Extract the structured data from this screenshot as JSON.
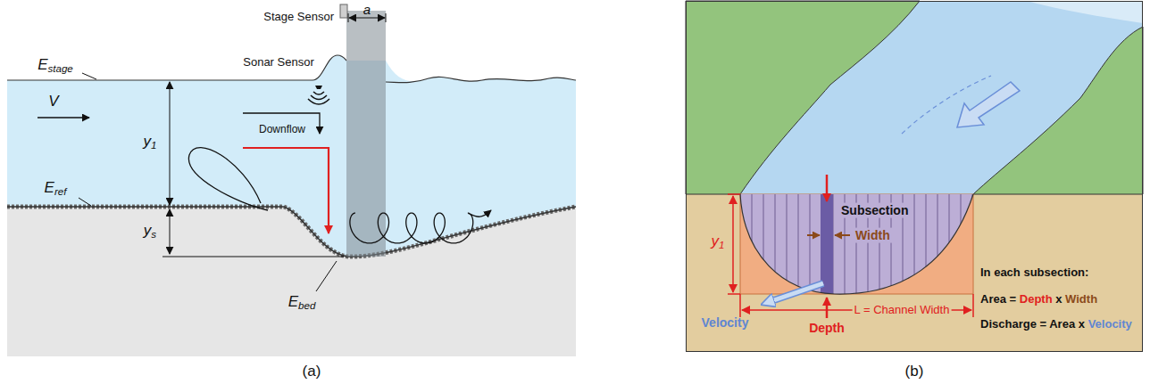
{
  "diagram": {
    "labels": [
      "a",
      "Stage Sensor",
      "Sonar Sensor",
      "Estage",
      "y1",
      "V",
      "Downflow",
      "Eref",
      "ys",
      "Ebed",
      "(a)",
      "Subsection",
      "Width",
      "y1",
      "Depth",
      "Velocity",
      "L = Channel Width",
      "In each subsection:",
      "Area = Depth x Width",
      "Discharge = Area x Velocity",
      "(b)"
    ]
  }
}
